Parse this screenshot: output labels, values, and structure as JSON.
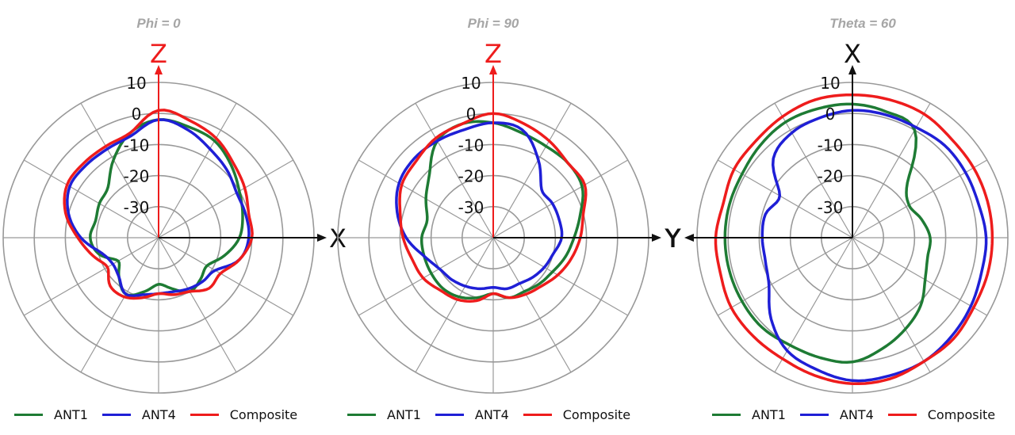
{
  "colors": {
    "ANT1": "#1e7b34",
    "ANT4": "#1f1fd6",
    "Composite": "#ee1c1c",
    "grid": "#999999"
  },
  "legend": [
    {
      "label": "ANT1",
      "color": "#1e7b34"
    },
    {
      "label": "ANT4",
      "color": "#1f1fd6"
    },
    {
      "label": "Composite",
      "color": "#ee1c1c"
    }
  ],
  "chart_data": [
    {
      "type": "polar-line",
      "title": "Phi = 0",
      "axes": {
        "vertical": "Z",
        "vertical_color": "#ee1c1c",
        "horizontal": "X",
        "horizontal_direction": "right"
      },
      "r_ticks": [
        "10",
        "0",
        "-10",
        "-20",
        "-30"
      ],
      "r_range": [
        -40,
        10
      ],
      "angles_deg": [
        0,
        15,
        30,
        45,
        60,
        75,
        90,
        105,
        120,
        135,
        150,
        165,
        180,
        195,
        210,
        225,
        240,
        255,
        270,
        285,
        300,
        315,
        330,
        345
      ],
      "series": [
        {
          "name": "ANT1",
          "values": [
            -2,
            -3,
            -4,
            -7,
            -10,
            -12,
            -14,
            -18,
            -22,
            -21,
            -20,
            -23,
            -25,
            -22,
            -19,
            -22,
            -25,
            -20,
            -18,
            -19,
            -18,
            -17,
            -11,
            -5
          ]
        },
        {
          "name": "ANT4",
          "values": [
            -2,
            -4,
            -7,
            -9,
            -11,
            -11,
            -11,
            -13,
            -19,
            -20,
            -21,
            -22,
            -22,
            -21,
            -19,
            -22,
            -23,
            -21,
            -15,
            -10,
            -7,
            -7,
            -7,
            -6
          ]
        },
        {
          "name": "Composite",
          "values": [
            1,
            -1,
            -3,
            -6,
            -8,
            -10,
            -10,
            -13,
            -17,
            -17,
            -20,
            -21,
            -22,
            -20,
            -18,
            -18,
            -21,
            -18,
            -14,
            -9,
            -6,
            -6,
            -6,
            -5
          ]
        }
      ]
    },
    {
      "type": "polar-line",
      "title": "Phi = 90",
      "axes": {
        "vertical": "Z",
        "vertical_color": "#ee1c1c",
        "horizontal": "Y",
        "horizontal_direction": "right"
      },
      "r_ticks": [
        "10",
        "0",
        "-10",
        "-20",
        "-30"
      ],
      "r_range": [
        -40,
        10
      ],
      "angles_deg": [
        0,
        15,
        30,
        45,
        60,
        75,
        90,
        105,
        120,
        135,
        150,
        165,
        180,
        195,
        210,
        225,
        240,
        255,
        270,
        285,
        300,
        315,
        330,
        345
      ],
      "series": [
        {
          "name": "ANT1",
          "values": [
            -3,
            -5,
            -6,
            -6,
            -7,
            -11,
            -14,
            -16,
            -18,
            -19,
            -20,
            -20,
            -22,
            -20,
            -18,
            -17,
            -17,
            -17,
            -17,
            -18,
            -15,
            -11,
            -4,
            -2
          ]
        },
        {
          "name": "ANT4",
          "values": [
            -3,
            -4,
            -11,
            -18,
            -18,
            -18,
            -18,
            -20,
            -21,
            -22,
            -23,
            -23,
            -24,
            -23,
            -22,
            -21,
            -20,
            -17,
            -12,
            -8,
            -5,
            -4,
            -4,
            -4
          ]
        },
        {
          "name": "Composite",
          "values": [
            0,
            -2,
            -4,
            -6,
            -6,
            -10,
            -12,
            -14,
            -16,
            -18,
            -19,
            -20,
            -22,
            -19,
            -17,
            -16,
            -14,
            -13,
            -11,
            -9,
            -6,
            -5,
            -3,
            -2
          ]
        }
      ]
    },
    {
      "type": "polar-line",
      "title": "Theta = 60",
      "axes": {
        "vertical": "X",
        "vertical_color": "#111111",
        "horizontal": "Y",
        "horizontal_direction": "left"
      },
      "r_ticks": [
        "10",
        "0",
        "-10",
        "-20",
        "-30"
      ],
      "r_range": [
        -40,
        10
      ],
      "angles_deg": [
        0,
        15,
        30,
        45,
        60,
        75,
        90,
        105,
        120,
        135,
        150,
        165,
        180,
        195,
        210,
        225,
        240,
        255,
        270,
        285,
        300,
        315,
        330,
        345
      ],
      "series": [
        {
          "name": "ANT1",
          "values": [
            3,
            2,
            0,
            -15,
            -19,
            -17,
            -15,
            -15,
            -13,
            -9,
            -6,
            -3,
            0,
            0,
            0,
            1,
            1,
            1,
            1,
            1,
            1,
            2,
            3,
            3
          ]
        },
        {
          "name": "ANT4",
          "values": [
            1,
            1,
            1,
            2,
            2,
            2,
            3,
            3,
            4,
            5,
            6,
            6,
            6,
            4,
            2,
            -3,
            -9,
            -11,
            -11,
            -11,
            -13,
            -4,
            -1,
            0
          ]
        },
        {
          "name": "Composite",
          "values": [
            6,
            6,
            6,
            5,
            5,
            5,
            5,
            5,
            5,
            6,
            6,
            7,
            7,
            6,
            5,
            5,
            5,
            4,
            4,
            3,
            4,
            4,
            5,
            6
          ]
        }
      ]
    }
  ]
}
